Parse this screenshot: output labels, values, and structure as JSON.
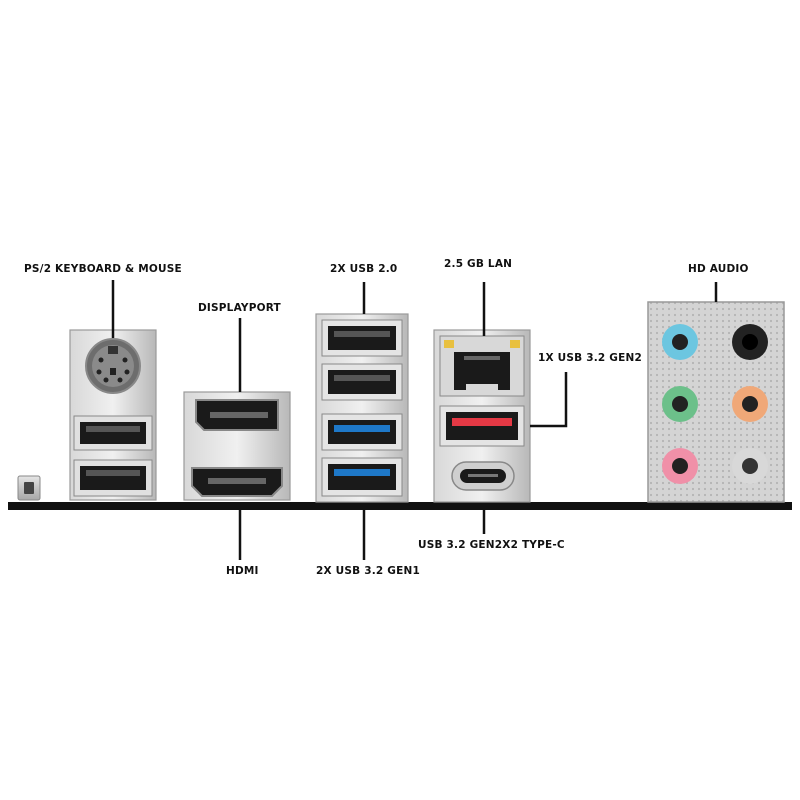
{
  "labels": {
    "ps2": "PS/2 KEYBOARD & MOUSE",
    "displayport": "DISPLAYPORT",
    "hdmi": "HDMI",
    "usb20": "2X USB 2.0",
    "usb32gen1": "2X USB 3.2 GEN1",
    "lan": "2.5 GB LAN",
    "usb32gen2": "1X USB 3.2 GEN2",
    "typec": "USB 3.2 GEN2X2 TYPE-C",
    "audio": "HD AUDIO"
  },
  "colors": {
    "usb2_port": "#1a1a1a",
    "usb3_gen1_port": "#1e78c8",
    "usb3_gen2_port": "#e53945",
    "audio_jacks": [
      "#6cc6e0",
      "#222222",
      "#6cc08a",
      "#f0a878",
      "#f090a8",
      "#d8d8d8"
    ],
    "shield": "#c8c8c8"
  },
  "icons": {
    "ps2": "ps2-connector-icon",
    "usb": "usb-a-port-icon",
    "dp": "displayport-connector-icon",
    "hdmi": "hdmi-connector-icon",
    "lan": "rj45-lan-port-icon",
    "typec": "usb-type-c-port-icon",
    "audio": "audio-jack-icon",
    "button": "clear-cmos-button-icon"
  }
}
